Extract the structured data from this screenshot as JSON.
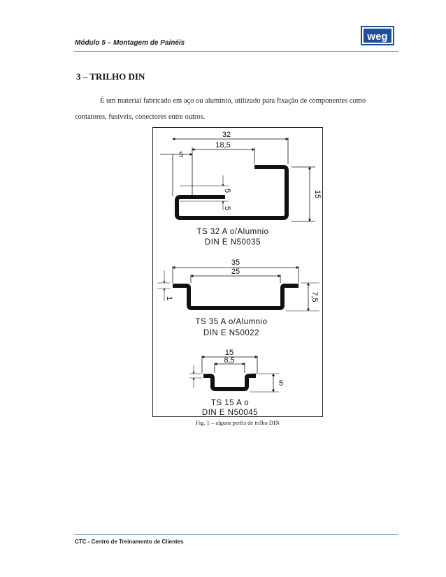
{
  "header": {
    "title": "Módulo 5 – Montagem de Painéis",
    "logo_text": "weg"
  },
  "section": {
    "title": "3 – TRILHO DIN"
  },
  "paragraph": {
    "text": "É um material fabricado em aço ou alumínio, utilizado para fixação de componentes como contatores, fusíveis, conectores entre outros."
  },
  "figure": {
    "profile1": {
      "dim_total": "32",
      "dim_inner": "18,5",
      "dim_left": "5",
      "dim_height": "15",
      "dim_small_a": "5",
      "dim_small_b": "5",
      "label_line1": "TS 32 A o/Alumnio",
      "label_line2": "DIN E N50035"
    },
    "profile2": {
      "dim_total": "35",
      "dim_inner": "25",
      "dim_left": "1",
      "dim_height": "7,5",
      "label_line1": "TS 35 A o/Alumnio",
      "label_line2": "DIN E N50022"
    },
    "profile3": {
      "dim_total": "15",
      "dim_inner": "8,5",
      "dim_height": "5",
      "label_line1": "TS 15 A o",
      "label_line2": "DIN E N50045"
    },
    "caption": "Fig. 1 – alguns perfis de trilho DIN"
  },
  "footer": {
    "text": "CTC - Centro de Treinamento de Clientes"
  },
  "colors": {
    "rule": "#6d8fb4",
    "logo": "#1f4f9a"
  }
}
